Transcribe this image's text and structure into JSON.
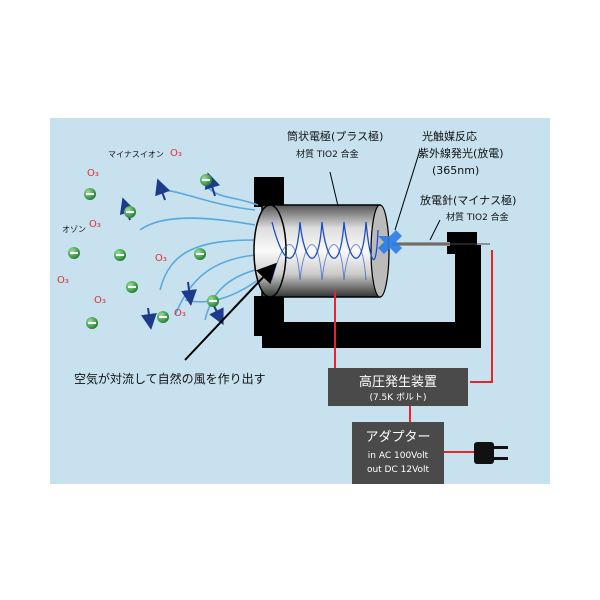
{
  "labels": {
    "minus_ion": "マイナスイオン",
    "ozone": "オゾン",
    "o3": "O₃",
    "tube_electrode": "筒状電極(プラス極)",
    "tube_material": "材質 TIO2 合金",
    "photocatalyst_1": "光触媒反応",
    "photocatalyst_2": "紫外線発光(放電)",
    "photocatalyst_3": "(365nm)",
    "needle_electrode": "放電針(マイナス極)",
    "needle_material": "材質 TIO2 合金",
    "air_flow": "空気が対流して自然の風を作り出す"
  },
  "hv_box": {
    "title": "高圧発生装置",
    "subtitle": "(7.5K ボルト)"
  },
  "adapter_box": {
    "title": "アダプター",
    "line1": "in AC 100Volt",
    "line2": "out DC 12Volt"
  },
  "colors": {
    "background": "#c7e2ee",
    "frame": "#000000",
    "wire": "#e8232a",
    "box": "#4a4a4a",
    "ion_green": "#2f9a3b",
    "ozone_red": "#e0303a",
    "flow_blue": "#5aa8e0",
    "arrow_navy": "#1e3a8a"
  }
}
